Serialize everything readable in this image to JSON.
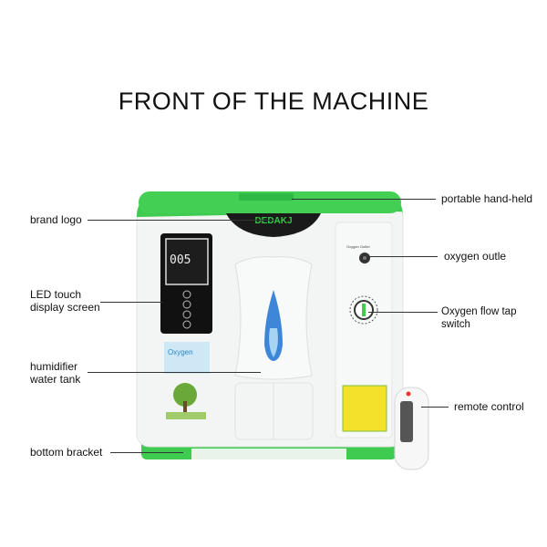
{
  "title": "FRONT OF THE MACHINE",
  "brand": "DEDAKJ",
  "display_reading": "005",
  "outlet_caption": "Oxygen Outlet",
  "sticker_text": "Oxygen",
  "labels_left": {
    "brand_logo": "brand logo",
    "led_line1": "LED touch",
    "led_line2": "display screen",
    "tank_line1": "humidifier",
    "tank_line2": "water tank",
    "bottom_bracket": "bottom bracket"
  },
  "labels_right": {
    "handheld": "portable hand-held",
    "outlet": "oxygen outle",
    "flow_switch": "Oxygen flow tap switch",
    "remote": "remote control"
  },
  "colors": {
    "green": "#3ecb4f",
    "accent_text": "#34c744",
    "panel": "#111111"
  }
}
